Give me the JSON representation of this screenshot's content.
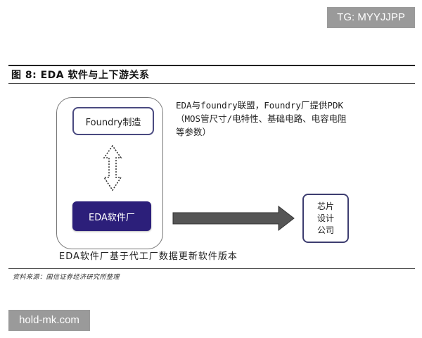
{
  "watermarks": {
    "top_right": "TG: MYYJJPP",
    "bottom_left": "hold-mk.com"
  },
  "figure": {
    "title": "图 8:  EDA 软件与上下游关系",
    "source": "资料来源：国信证券经济研究所整理"
  },
  "diagram": {
    "foundry_label": "Foundry制造",
    "eda_label": "EDA软件厂",
    "chip_label": "芯片设计公司",
    "description": "EDA与foundry联盟，Foundry厂提供PDK（MOS管尺寸/电特性、基础电路、电容电阻等参数）",
    "caption": "EDA软件厂基于代工厂数据更新软件版本"
  },
  "colors": {
    "eda_fill": "#2c1f7a",
    "foundry_border": "#4a4a80",
    "arrow_fill": "#555555",
    "watermark_bg": "#9a9a9a"
  }
}
